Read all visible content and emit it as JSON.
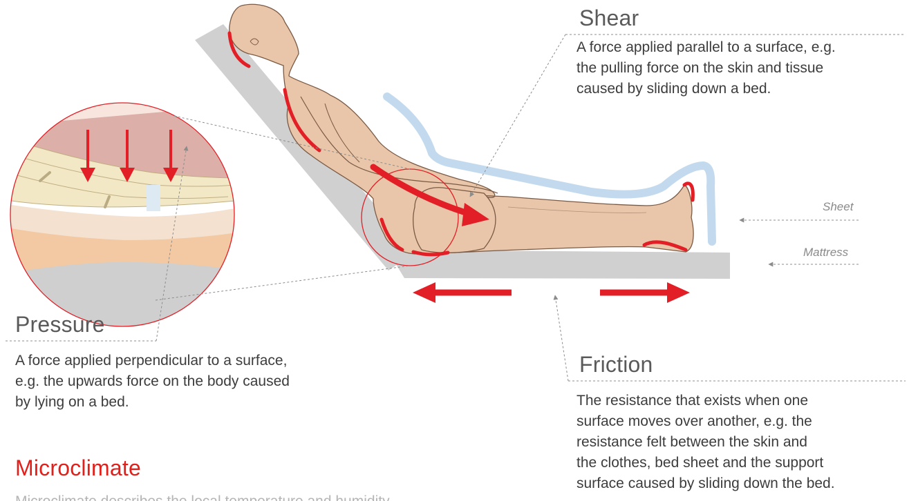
{
  "shear": {
    "title": "Shear",
    "lines": [
      "A force applied parallel to a surface, e.g.",
      "the pulling force on the skin and tissue",
      "caused by sliding down a bed."
    ]
  },
  "pressure": {
    "title": "Pressure",
    "lines": [
      "A force applied perpendicular to a surface,",
      "e.g. the upwards force on the body caused",
      "by lying on a bed."
    ]
  },
  "friction": {
    "title": "Friction",
    "lines": [
      "The resistance that exists when one",
      "surface moves over another, e.g. the",
      "resistance felt between the skin and",
      "the clothes, bed sheet and the support",
      "surface caused by sliding down the bed."
    ]
  },
  "microclimate": {
    "title": "Microclimate",
    "partial_line": "Microclimate describes the local temperature and humidity"
  },
  "labels": {
    "sheet": "Sheet",
    "mattress": "Mattress"
  },
  "colors": {
    "force_red": "#e21f26",
    "skin": "#e9c6a9",
    "skin_outline": "#7a5a45",
    "bed_grey": "#d0d0d0",
    "sheet_blue": "#c3daee",
    "heading_grey": "#5a5a5a",
    "microclimate_red": "#e0201b"
  }
}
